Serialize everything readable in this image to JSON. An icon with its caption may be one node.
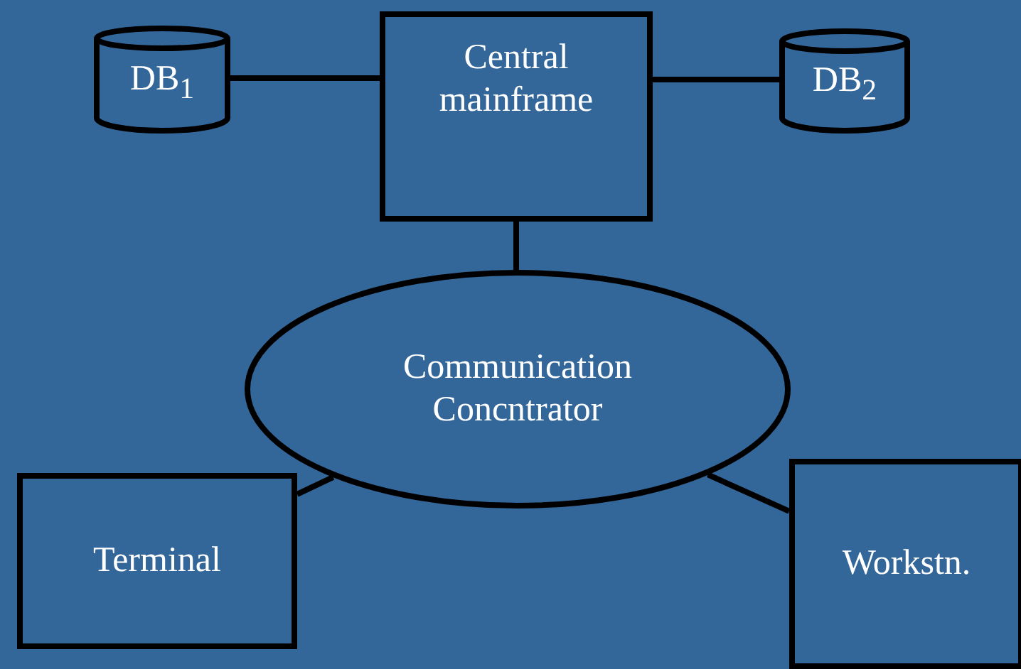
{
  "diagram": {
    "nodes": [
      {
        "text": [
          "DB$_{1}$"
        ]
      },
      {
        "text": [
          "Central mainframe"
        ]
      },
      {
        "text": [
          "DB$_{2}$"
        ]
      },
      {
        "text": [
          "Communication Concntrator"
        ]
      },
      {
        "text": [
          "Terminal"
        ]
      },
      {
        "text": [
          "Workstn."
        ]
      }
    ],
    "edges": [
      {
        "from": 0,
        "to": 1,
        "arrow": "none"
      },
      {
        "from": 1,
        "to": 2,
        "arrow": "none"
      },
      {
        "from": 1,
        "to": 3,
        "arrow": "none"
      },
      {
        "from": 3,
        "to": 4,
        "arrow": "none"
      },
      {
        "from": 3,
        "to": 5,
        "arrow": "none"
      }
    ]
  }
}
